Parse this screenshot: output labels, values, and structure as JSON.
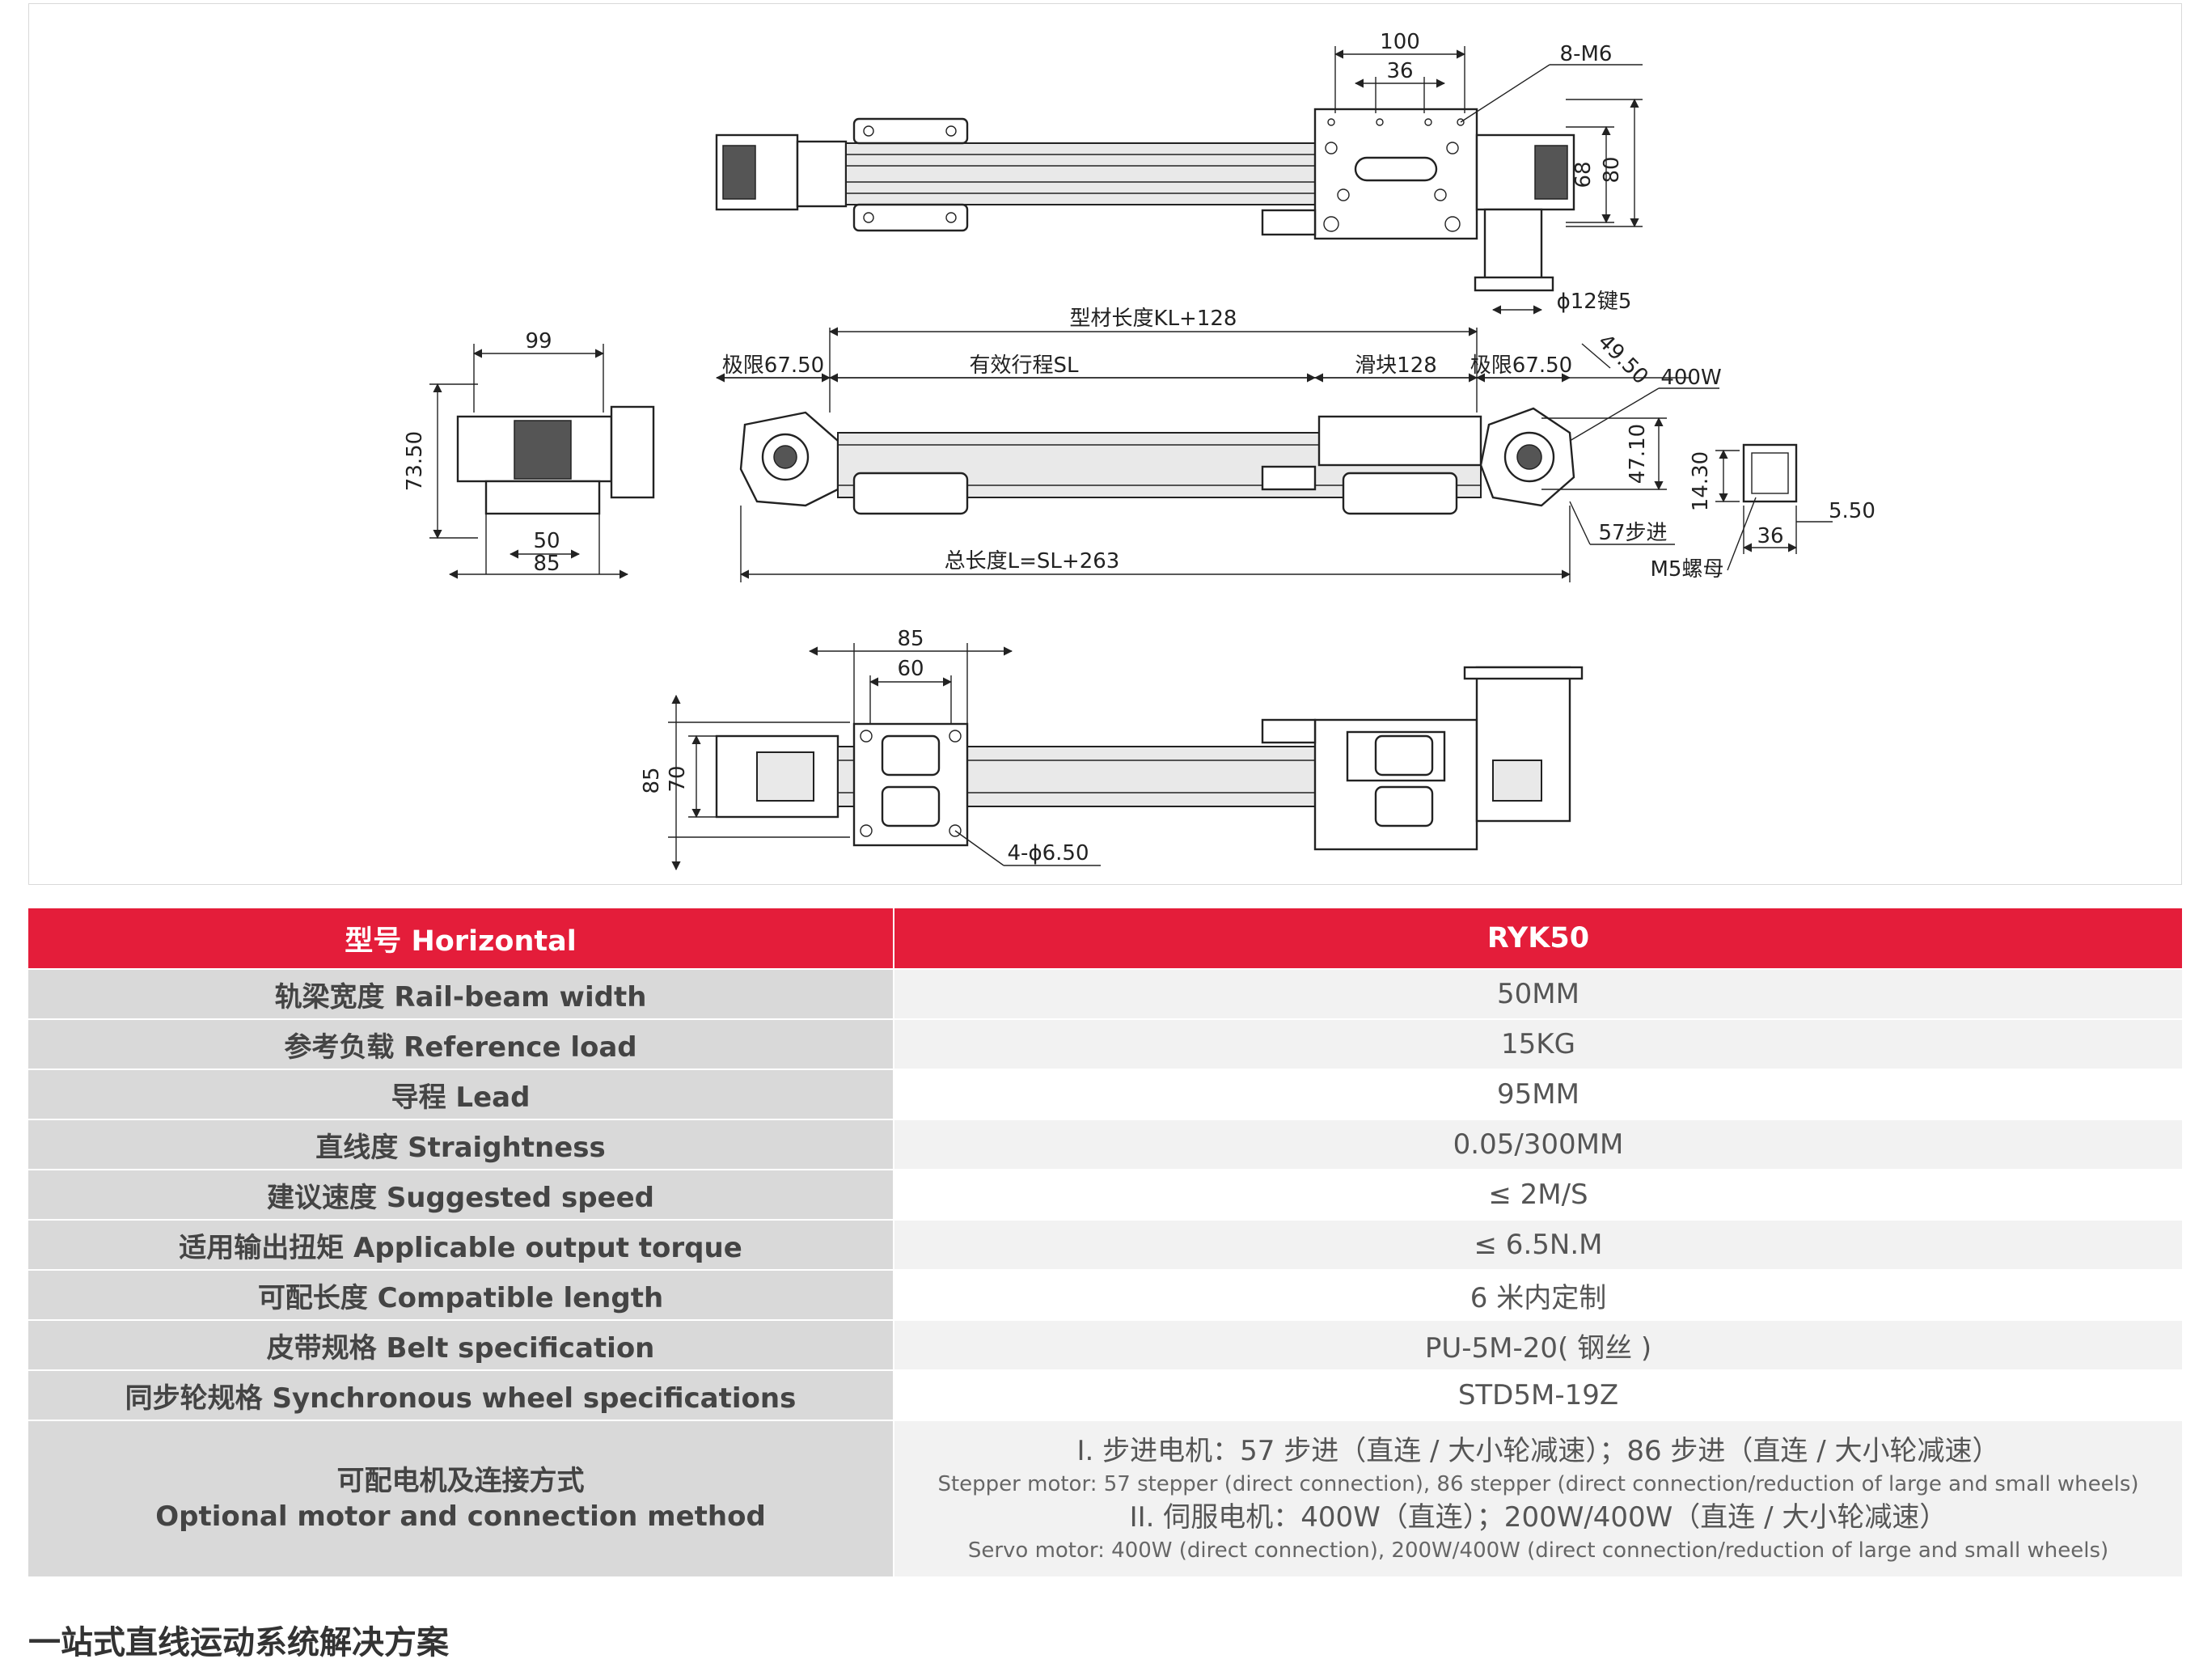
{
  "drawing": {
    "top_view": {
      "dims": [
        "100",
        "36",
        "8-M6",
        "68",
        "80",
        "ϕ12键5"
      ]
    },
    "side_view": {
      "dims": [
        "型材长度KL+128",
        "极限67.50",
        "有效行程SL",
        "滑块128",
        "极限67.50",
        "49.50",
        "400W",
        "47.10",
        "57步进",
        "总长度L=SL+263"
      ]
    },
    "end_view": {
      "dims": [
        "99",
        "73.50",
        "50",
        "85"
      ]
    },
    "profile_view": {
      "dims": [
        "14.30",
        "5.50",
        "36",
        "M5螺母"
      ]
    },
    "bottom_view": {
      "dims": [
        "85",
        "60",
        "85",
        "70",
        "4-ϕ6.50"
      ]
    }
  },
  "table": {
    "header": {
      "label": "型号 Horizontal",
      "value": "RYK50"
    },
    "rows": [
      {
        "label": "轨梁宽度 Rail-beam width",
        "value": "50MM"
      },
      {
        "label": "参考负载 Reference load",
        "value": "15KG"
      },
      {
        "label": "导程 Lead",
        "value": "95MM"
      },
      {
        "label": "直线度 Straightness",
        "value": "0.05/300MM"
      },
      {
        "label": "建议速度 Suggested speed",
        "value": "≤ 2M/S"
      },
      {
        "label": "适用输出扭矩 Applicable output torque",
        "value": "≤ 6.5N.M"
      },
      {
        "label": "可配长度 Compatible length",
        "value": "6 米内定制"
      },
      {
        "label": "皮带规格 Belt specification",
        "value": "PU-5M-20( 钢丝 )"
      },
      {
        "label": "同步轮规格 Synchronous wheel specifications",
        "value": "STD5M-19Z"
      }
    ],
    "motor": {
      "label_cn": "可配电机及连接方式",
      "label_en": "Optional motor and connection method",
      "lines": [
        "I. 步进电机：57 步进（直连 / 大小轮减速）；86 步进（直连 / 大小轮减速）",
        "Stepper motor: 57 stepper (direct connection), 86 stepper (direct connection/reduction of large and small wheels)",
        "II. 伺服电机：400W（直连）；200W/400W（直连 / 大小轮减速）",
        "Servo motor: 400W (direct connection), 200W/400W (direct connection/reduction of large and small wheels)"
      ]
    }
  },
  "footer": {
    "slogan": "一站式直线运动系统解决方案"
  },
  "colors": {
    "header_red": "#e41d3a",
    "label_gray": "#d9d9d9",
    "stripe": "#f2f2f2"
  }
}
